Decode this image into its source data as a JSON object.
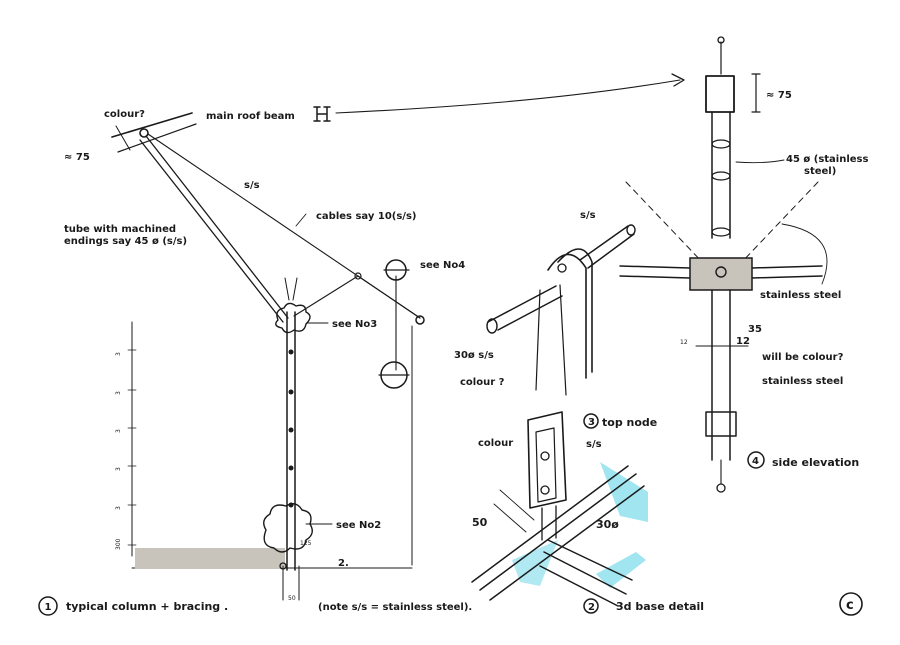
{
  "colors": {
    "ink": "#1a1a1a",
    "ground": "#c9c4bb",
    "water": "#63d3e8",
    "paper": "#ffffff"
  },
  "detail1": {
    "label_colour": "colour?",
    "label_beam": "main roof beam",
    "label_75": "≈ 75",
    "label_ss": "s/s",
    "label_cables": "cables say 10(s/s)",
    "label_tube_1": "tube with machined",
    "label_tube_2": "endings say 45 ø (s/s)",
    "label_see3": "see No3",
    "label_see4": "see No4",
    "label_see2": "see No2",
    "label_125": "125",
    "label_50": "50",
    "label_2": "2.",
    "dims": [
      "3",
      "3",
      "3",
      "3",
      "3",
      "300"
    ],
    "number": "1",
    "title": "typical column + bracing .",
    "note": "(note s/s = stainless steel)."
  },
  "detail3": {
    "label_ss": "s/s",
    "label_30": "30ø s/s",
    "label_colour": "colour ?",
    "number": "3",
    "title": "top node"
  },
  "detail2": {
    "label_colour": "colour",
    "label_ss": "s/s",
    "label_50": "50",
    "label_30": "30ø",
    "number": "2",
    "title": "3d base detail"
  },
  "detail4": {
    "label_75": "≈ 75",
    "label_45_1": "45 ø (stainless",
    "label_45_2": "steel)",
    "label_ss": "stainless steel",
    "label_12a": "12",
    "label_35": "35",
    "label_12b": "12",
    "label_colour": "will be colour?",
    "label_ss2": "stainless steel",
    "number": "4",
    "title": "side elevation"
  },
  "sheet_mark": "c"
}
